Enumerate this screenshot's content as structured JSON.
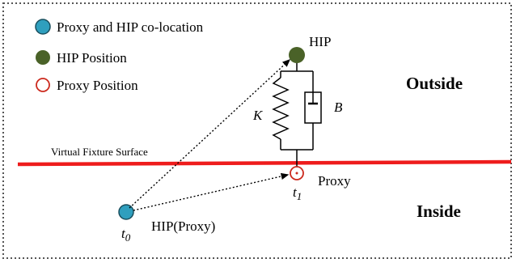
{
  "legend": {
    "colocation": "Proxy and HIP co-location",
    "hip_position": "HIP Position",
    "proxy_position": "Proxy Position"
  },
  "regions": {
    "outside": "Outside",
    "inside": "Inside"
  },
  "surface_label": "Virtual Fixture Surface",
  "labels": {
    "hip": "HIP",
    "proxy": "Proxy",
    "hip_proxy": "HIP(Proxy)",
    "spring": "K",
    "damper": "B",
    "t0_base": "t",
    "t0_sub": "0",
    "t1_base": "t",
    "t1_sub": "1"
  },
  "colors": {
    "colocation_fill": "#2f9fbe",
    "hip_fill": "#4a6228",
    "proxy_stroke": "#cc2a1e",
    "surface_line": "#ee1c1c",
    "border": "#555555"
  }
}
